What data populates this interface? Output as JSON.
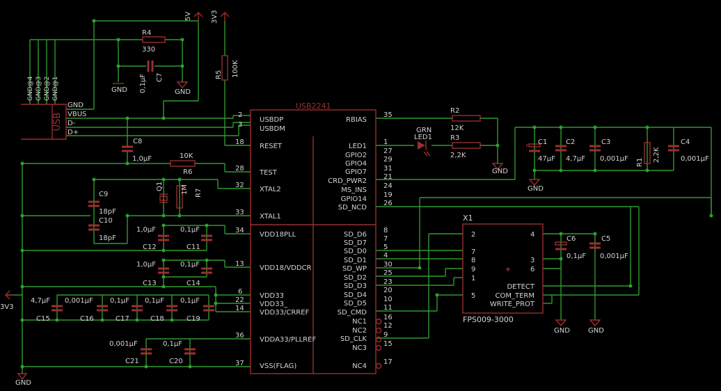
{
  "colors": {
    "background": "#000000",
    "wire": "#2f9a2f",
    "part": "#9b2f2f",
    "text": "#d4d4d4"
  },
  "usb": {
    "name": "USB",
    "pins": [
      "GND",
      "VBUS",
      "D-",
      "D+"
    ],
    "shield_pins": [
      "GND@4",
      "GND@3",
      "GND@2",
      "GND@1"
    ]
  },
  "supplies": {
    "v5": "5V",
    "v3v3": "3V3",
    "gnd": "GND"
  },
  "ic": {
    "name": "USB2241",
    "left_pins": [
      {
        "num": "2",
        "name": "USBDP"
      },
      {
        "num": "3",
        "name": "USBDM"
      },
      {
        "num": "18",
        "name": "RESET"
      },
      {
        "num": "28",
        "name": "TEST"
      },
      {
        "num": "32",
        "name": "XTAL2"
      },
      {
        "num": "33",
        "name": "XTAL1"
      },
      {
        "num": "34",
        "name": "VDD18PLL"
      },
      {
        "num": "13",
        "name": "VDD18/VDDCR"
      },
      {
        "num": "6",
        "name": "VDD33"
      },
      {
        "num": "22",
        "name": "VDD33_"
      },
      {
        "num": "14",
        "name": "VDD33/CRREF"
      },
      {
        "num": "36",
        "name": "VDDA33/PLLREF"
      },
      {
        "num": "37",
        "name": "VSS(FLAG)"
      }
    ],
    "right_pins": [
      {
        "num": "35",
        "name": "RBIAS"
      },
      {
        "num": "1",
        "name": "LED1"
      },
      {
        "num": "27",
        "name": "GPIO2"
      },
      {
        "num": "29",
        "name": "GPIO4"
      },
      {
        "num": "31",
        "name": "GPIO7"
      },
      {
        "num": "21",
        "name": "CRD_PWR2"
      },
      {
        "num": "24",
        "name": "MS_INS"
      },
      {
        "num": "19",
        "name": "GPIO14"
      },
      {
        "num": "26",
        "name": "SD_NCD"
      },
      {
        "num": "8",
        "name": "SD_D6"
      },
      {
        "num": "7",
        "name": "SD_D7"
      },
      {
        "num": "5",
        "name": "SD_D0"
      },
      {
        "num": "4",
        "name": "SD_D1"
      },
      {
        "num": "30",
        "name": "SD_WP"
      },
      {
        "num": "25",
        "name": "SD_D2"
      },
      {
        "num": "23",
        "name": "SD_D3"
      },
      {
        "num": "20",
        "name": "SD_D4"
      },
      {
        "num": "10",
        "name": "SD_D5"
      },
      {
        "num": "11",
        "name": "SD_CMD"
      },
      {
        "num": "16",
        "name": "NC1"
      },
      {
        "num": "12",
        "name": "NC2"
      },
      {
        "num": "9",
        "name": "SD_CLK"
      },
      {
        "num": "15",
        "name": "NC3"
      },
      {
        "num": "17",
        "name": "NC4"
      }
    ]
  },
  "connector": {
    "ref": "X1",
    "part": "FPS009-3000",
    "pins_left": [
      "2",
      "7",
      "8",
      "9",
      "1",
      "5"
    ],
    "pins_right": [
      "4",
      "3",
      "6"
    ],
    "labels": [
      "DETECT",
      "COM_TERM",
      "WRITE_PROT"
    ]
  },
  "components": {
    "R4": {
      "ref": "R4",
      "value": "330"
    },
    "C7": {
      "ref": "C7",
      "value": "0,1µF"
    },
    "R5": {
      "ref": "R5",
      "value": "100K"
    },
    "C8": {
      "ref": "C8",
      "value": "1,0µF"
    },
    "R6": {
      "ref": "R6",
      "value": "10K"
    },
    "R7": {
      "ref": "R7",
      "value": "1M"
    },
    "Q1": {
      "ref": "Q1"
    },
    "C9": {
      "ref": "C9",
      "value": "18pF"
    },
    "C10": {
      "ref": "C10",
      "value": "18pF"
    },
    "C12": {
      "ref": "C12",
      "value": "1,0µF"
    },
    "C11": {
      "ref": "C11",
      "value": "0,1µF"
    },
    "C13": {
      "ref": "C13",
      "value": "1,0µF"
    },
    "C14": {
      "ref": "C14",
      "value": "0,1µF"
    },
    "C15": {
      "ref": "C15",
      "value": "4,7µF"
    },
    "C16": {
      "ref": "C16",
      "value": "0,001µF"
    },
    "C17": {
      "ref": "C17",
      "value": "0,1µF"
    },
    "C18": {
      "ref": "C18",
      "value": "0,1µF"
    },
    "C19": {
      "ref": "C19",
      "value": "0,1µF"
    },
    "C21": {
      "ref": "C21",
      "value": "0,001µF"
    },
    "C20": {
      "ref": "C20",
      "value": "0,1µF"
    },
    "R2": {
      "ref": "R2",
      "value": "12K"
    },
    "R3": {
      "ref": "R3",
      "value": "2,2K"
    },
    "LED1": {
      "ref": "LED1",
      "value": "GRN"
    },
    "C1": {
      "ref": "C1",
      "value": "47µF"
    },
    "C2": {
      "ref": "C2",
      "value": "4,7µF"
    },
    "C3": {
      "ref": "C3",
      "value": "0,001µF"
    },
    "R1": {
      "ref": "R1",
      "value": "2,2K"
    },
    "C4": {
      "ref": "C4",
      "value": "0,001µF"
    },
    "C6": {
      "ref": "C6",
      "value": "0,1µF"
    },
    "C5": {
      "ref": "C5",
      "value": "0,001µF"
    }
  }
}
